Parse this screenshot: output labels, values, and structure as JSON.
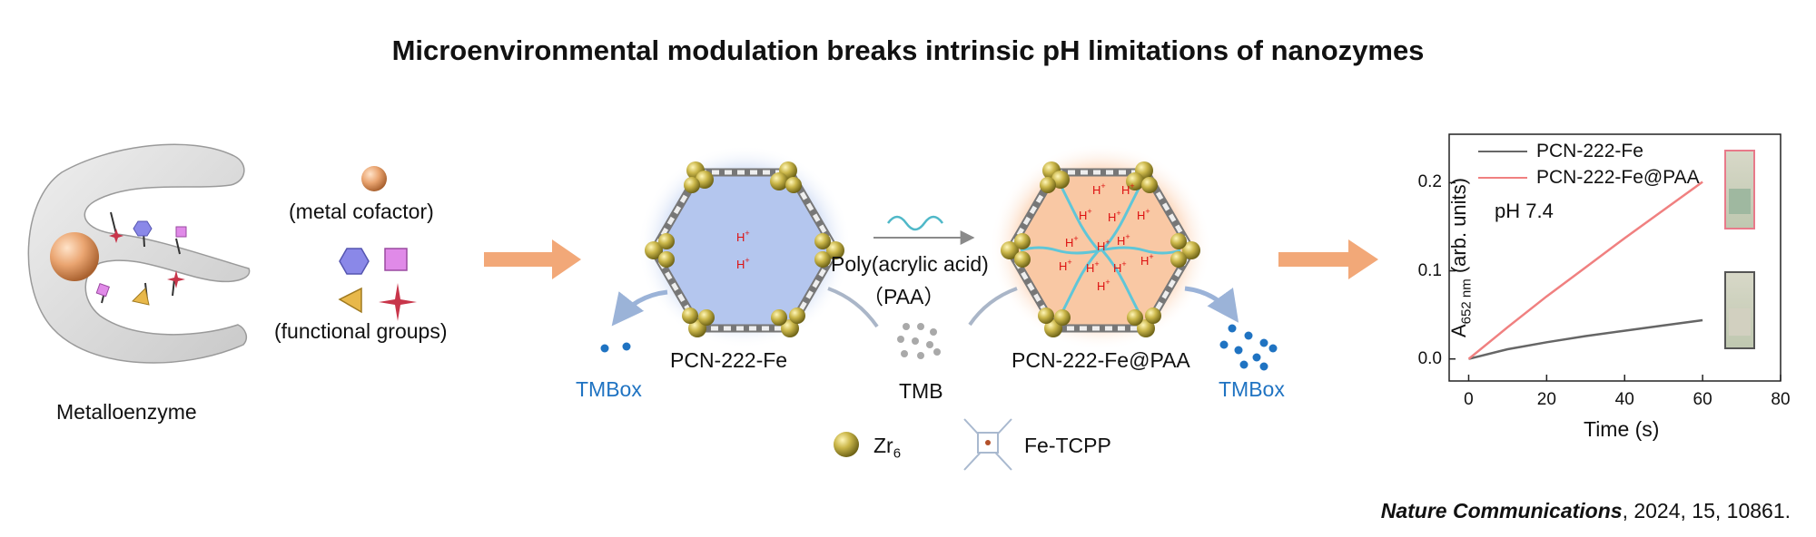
{
  "title": "Microenvironmental modulation breaks intrinsic pH limitations of nanozymes",
  "citation": {
    "journal": "Nature Communications",
    "rest": ", 2024, 15, 10861."
  },
  "enzyme": {
    "label": "Metalloenzyme"
  },
  "legend_left": {
    "metal_cofactor": "(metal cofactor)",
    "functional_groups": "(functional groups)"
  },
  "scheme": {
    "pcn": "PCN-222-Fe",
    "pcn_paa": "PCN-222-Fe@PAA",
    "paa_line1": "Poly(acrylic acid)",
    "paa_line2": "（PAA）",
    "tmb": "TMB",
    "tmbox": "TMBox",
    "proton": "H",
    "proton_sup": "+",
    "zr_base": "Zr",
    "zr_sub": "6",
    "fe_tcpp": "Fe-TCPP"
  },
  "colors": {
    "arrow": "#f2a878",
    "tmbox": "#1f73c2",
    "proton": "#dd1111",
    "glow_blue": "#a9c0ec",
    "glow_orange": "#f8b482",
    "line_pcn": "#666666",
    "line_paa": "#f08080"
  },
  "chart_data": {
    "type": "line",
    "title": "",
    "xlabel": "Time (s)",
    "ylabel_base": "A",
    "ylabel_sub": "652 nm",
    "ylabel_rest": " (arb. units)",
    "annotation": "pH 7.4",
    "xlim": [
      -5,
      80
    ],
    "ylim": [
      -0.025,
      0.255
    ],
    "xticks": [
      0,
      20,
      40,
      60,
      80
    ],
    "yticks": [
      0.0,
      0.1,
      0.2
    ],
    "ytick_labels": [
      "0.0",
      "0.1",
      "0.2"
    ],
    "legend_position": "top-left",
    "series": [
      {
        "name": "PCN-222-Fe",
        "color": "#666666",
        "x": [
          0,
          10,
          20,
          30,
          40,
          50,
          60
        ],
        "y": [
          0.0,
          0.011,
          0.019,
          0.026,
          0.032,
          0.038,
          0.044
        ]
      },
      {
        "name": "PCN-222-Fe@PAA",
        "color": "#f08080",
        "x": [
          0,
          10,
          20,
          30,
          40,
          50,
          60
        ],
        "y": [
          0.0,
          0.036,
          0.071,
          0.104,
          0.137,
          0.169,
          0.201
        ]
      }
    ]
  }
}
